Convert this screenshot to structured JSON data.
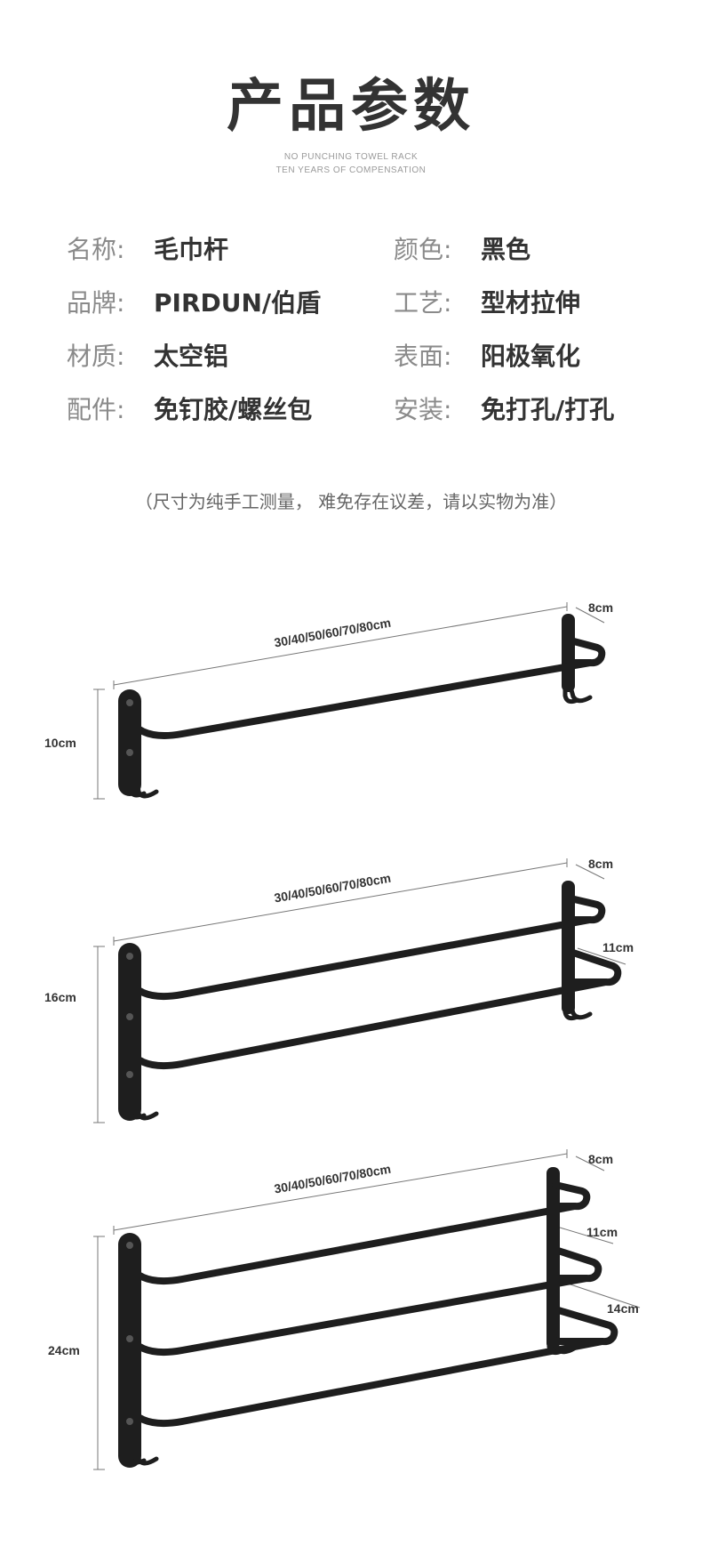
{
  "header": {
    "title": "产品参数",
    "subtitle_line1": "NO PUNCHING TOWEL RACK",
    "subtitle_line2": "TEN YEARS OF COMPENSATION"
  },
  "specs": [
    {
      "label": "名称:",
      "value": "毛巾杆"
    },
    {
      "label": "颜色:",
      "value": "黑色"
    },
    {
      "label": "品牌:",
      "value": "PIRDUN/伯盾"
    },
    {
      "label": "工艺:",
      "value": "型材拉伸"
    },
    {
      "label": "材质:",
      "value": "太空铝"
    },
    {
      "label": "表面:",
      "value": "阳极氧化"
    },
    {
      "label": "配件:",
      "value": "免钉胶/螺丝包"
    },
    {
      "label": "安装:",
      "value": "免打孔/打孔"
    }
  ],
  "note": "（尺寸为纯手工测量， 难免存在议差，请以实物为准）",
  "racks": [
    {
      "rows": 1,
      "length": "30/40/50/60/70/80cm",
      "height": "10cm",
      "depths": [
        "8cm"
      ]
    },
    {
      "rows": 2,
      "length": "30/40/50/60/70/80cm",
      "height": "16cm",
      "depths": [
        "8cm",
        "11cm"
      ]
    },
    {
      "rows": 3,
      "length": "30/40/50/60/70/80cm",
      "height": "24cm",
      "depths": [
        "8cm",
        "11cm",
        "14cm"
      ]
    }
  ]
}
